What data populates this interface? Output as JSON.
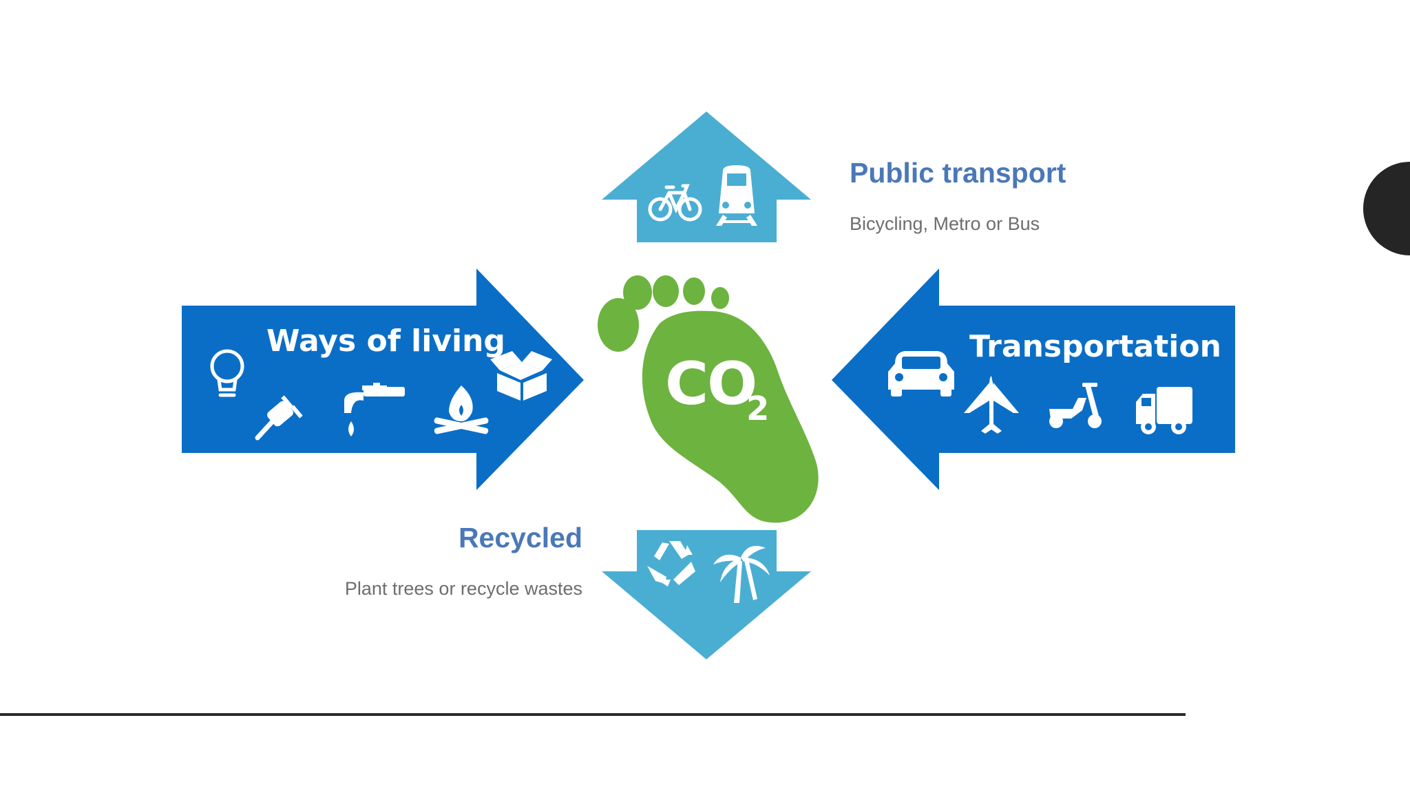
{
  "diagram": {
    "center": {
      "co2_main": "CO",
      "co2_sub": "2"
    },
    "arrows": {
      "left": {
        "label": "Ways of living"
      },
      "right": {
        "label": "Transportation"
      }
    },
    "callouts": {
      "public_transport": {
        "title": "Public transport",
        "subtitle": "Bicycling, Metro or Bus"
      },
      "recycled": {
        "title": "Recycled",
        "subtitle": "Plant trees or recycle wastes"
      }
    },
    "colors": {
      "dark_blue": "#0a6ec6",
      "light_blue": "#4aaed2",
      "green": "#6db33f",
      "heading_blue": "#4a78b8",
      "subtext_gray": "#6d6d6d"
    },
    "icons": {
      "ways_of_living": [
        "lightbulb-icon",
        "plug-icon",
        "faucet-icon",
        "campfire-icon",
        "box-icon"
      ],
      "transportation": [
        "car-icon",
        "airplane-icon",
        "scooter-icon",
        "truck-icon"
      ],
      "public_transport": [
        "bicycle-icon",
        "train-icon"
      ],
      "recycled": [
        "recycle-icon",
        "palm-tree-icon"
      ]
    }
  }
}
